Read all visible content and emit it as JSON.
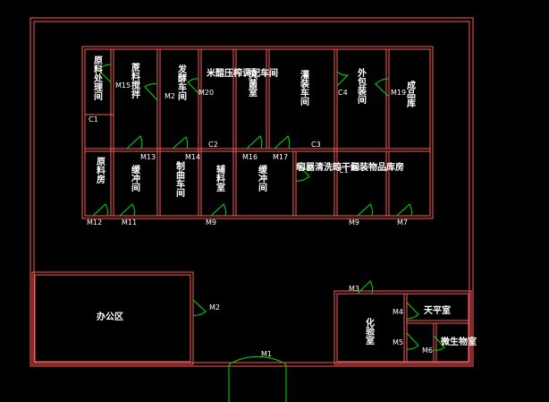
{
  "drawing": {
    "colors": {
      "background": "#000000",
      "wall": "#ff5a5a",
      "door": "#00e000",
      "text": "#ffffff"
    },
    "rooms": {
      "raw_processing": "原料处理间",
      "sugar_mixing": "蔗料搅拌",
      "fermentation": "发酵车间",
      "seasoning_blend": "米醋压榨调配车间",
      "sterilization": "灭菌室",
      "filling": "灌装车间",
      "outer_packing": "外包装间",
      "finished_goods": "成品库",
      "raw_storage": "原料房",
      "buffer_1": "缓冲间",
      "koji_workshop": "制曲车间",
      "auxiliary": "辅料室",
      "buffer_2": "缓冲间",
      "bottle_wash": "容器清洗晾干间",
      "packaging_store": "包装物品库房",
      "office": "办公区",
      "lab": "化验室",
      "balance_room": "天平室",
      "microbe_room": "微生物室"
    },
    "doors": {
      "m15": "M15",
      "m2a": "M2",
      "m20": "M20",
      "c4": "C4",
      "m19": "M19",
      "c1a": "C1",
      "m13": "M13",
      "m14": "M14",
      "c2": "C2",
      "m16": "M16",
      "m17": "M17",
      "c3": "C3",
      "m18": "M18",
      "c1b": "C1",
      "m12": "M12",
      "m11": "M11",
      "m9a": "M9",
      "m9b": "M9",
      "m7": "M7",
      "m2b": "M2",
      "m3": "M3",
      "m4": "M4",
      "m5": "M5",
      "m6": "M6",
      "m1": "M1"
    }
  }
}
